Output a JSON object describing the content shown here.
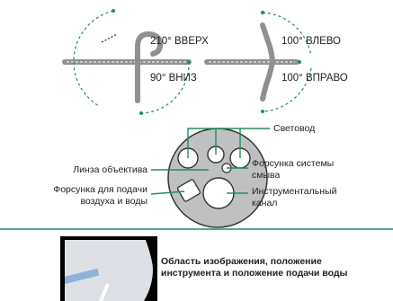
{
  "bending": {
    "up": "210° ВВЕРХ",
    "down": "90° ВНИЗ",
    "left": "100° ВЛЕВО",
    "right": "100° ВПРАВО"
  },
  "tip_face": {
    "light_guide": "Световод",
    "objective_lens": "Линза объектива",
    "washer_nozzle_line1": "Форсунка системы",
    "washer_nozzle_line2": "смыва",
    "air_water_nozzle_line1": "Форсунка для подачи",
    "air_water_nozzle_line2": "воздуха и воды",
    "instrument_channel_line1": "Инструментальный",
    "instrument_channel_line2": "канал"
  },
  "image_area": {
    "caption_line1": "Область изображения, положение",
    "caption_line2": "инструмента и положение подачи воды"
  },
  "colors": {
    "scope_gray": "#a9abad",
    "scope_dark": "#6b6d70",
    "accent_green": "#1f8f5a",
    "face_gray": "#bfc0c2",
    "water_blue": "#8fb3d9"
  }
}
